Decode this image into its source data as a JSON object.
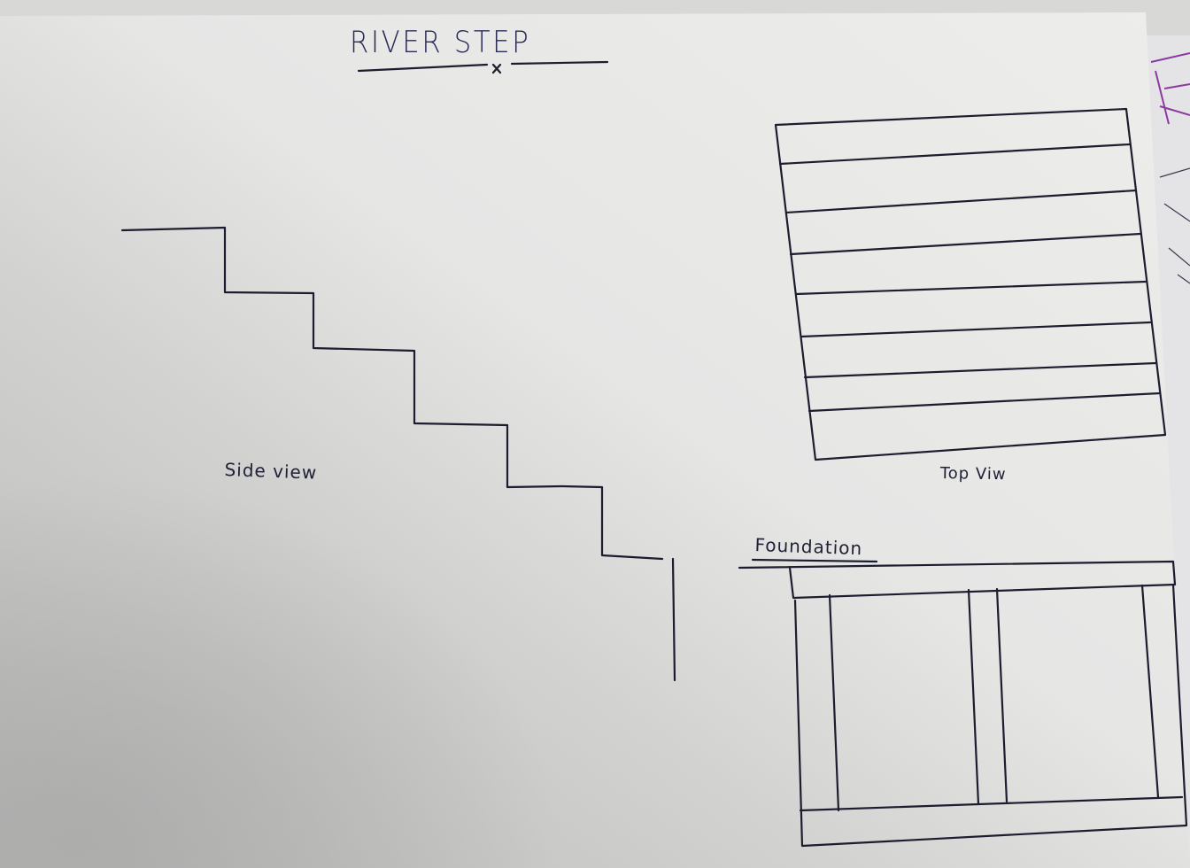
{
  "title": "RIVER STEP",
  "labels": {
    "side_view": "Side view",
    "top_view": "Top Viw",
    "foundation": "Foundation"
  },
  "colors": {
    "ink": "#1c1d2e",
    "paper": "#ececea",
    "shadow": "#b9b9b8"
  }
}
